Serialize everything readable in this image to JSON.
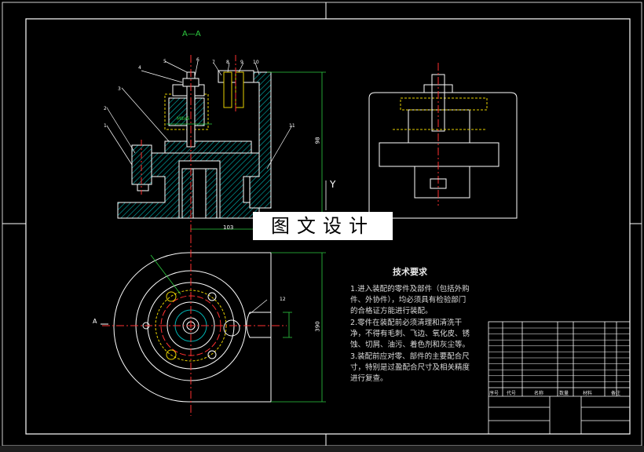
{
  "view": {
    "section_label": "A—A",
    "axis_label": "Y",
    "section_mark": "A",
    "part_numbers": [
      "1",
      "2",
      "3",
      "4",
      "5",
      "6",
      "7",
      "8",
      "9",
      "10",
      "11",
      "12"
    ],
    "dims": {
      "height": "98",
      "width": "103",
      "width2": "390",
      "bolt": "M8x6"
    }
  },
  "tech_requirements": {
    "title": "技术要求",
    "items": [
      "1.进入装配的零件及部件（包括外购件、外协件），均必须具有检验部门的合格证方能进行装配。",
      "2.零件在装配前必须清理和清洗干净，不得有毛刺、飞边、氧化皮、锈蚀、切屑、油污、着色剂和灰尘等。",
      "3.装配前应对零、部件的主要配合尺寸，特别是过盈配合尺寸及相关精度进行复查。"
    ]
  },
  "watermark": "图文设计",
  "title_block": {
    "col_no": "序号",
    "col_code": "代号",
    "col_name": "名称",
    "col_qty": "数量",
    "col_material": "材料",
    "col_note": "备注"
  },
  "colors": {
    "background": "#000000",
    "outline": "#ffffff",
    "hatch": "#00b4b4",
    "centerline": "#ff3030",
    "dimension": "#2ecc40",
    "hidden": "#e6d000",
    "leader": "#ffffff"
  }
}
